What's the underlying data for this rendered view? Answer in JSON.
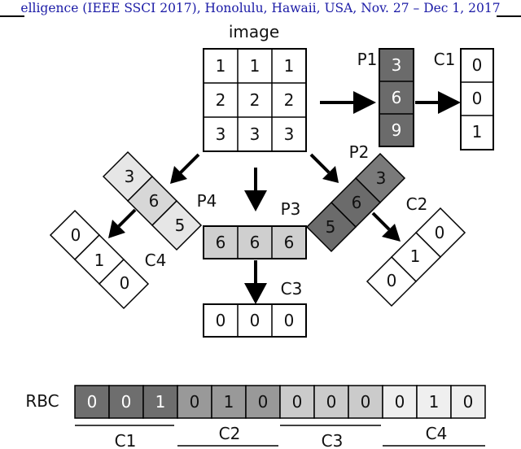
{
  "header_text": "elligence (IEEE SSCI 2017), Honolulu, Hawaii, USA, Nov. 27 – Dec 1, 2017",
  "image_label": "image",
  "image_grid": [
    [
      "1",
      "1",
      "1"
    ],
    [
      "2",
      "2",
      "2"
    ],
    [
      "3",
      "3",
      "3"
    ]
  ],
  "p1": {
    "label": "P1",
    "values": [
      "3",
      "6",
      "9"
    ]
  },
  "c1": {
    "label": "C1",
    "values": [
      "0",
      "0",
      "1"
    ]
  },
  "p2": {
    "label": "P2",
    "values": [
      "3",
      "6",
      "5"
    ]
  },
  "c2": {
    "label": "C2",
    "values": [
      "0",
      "1",
      "0"
    ]
  },
  "p3": {
    "label": "P3",
    "values": [
      "6",
      "6",
      "6"
    ]
  },
  "c3": {
    "label": "C3",
    "values": [
      "0",
      "0",
      "0"
    ]
  },
  "p4": {
    "label": "P4",
    "values": [
      "3",
      "6",
      "5"
    ]
  },
  "c4": {
    "label": "C4",
    "values": [
      "0",
      "1",
      "0"
    ]
  },
  "rbc": {
    "label": "RBC",
    "values": [
      "0",
      "0",
      "1",
      "0",
      "1",
      "0",
      "0",
      "0",
      "0",
      "0",
      "1",
      "0"
    ],
    "group_labels": [
      "C1",
      "C2",
      "C3",
      "C4"
    ]
  },
  "colors": {
    "dark": "#6b6b6b",
    "mid": "#888888",
    "light": "#cfcfcf",
    "lighter": "#e6e6e6",
    "lightest": "#f0f0f0",
    "rbc_c1": "#6e6e6e",
    "rbc_c2": "#999999",
    "rbc_c3": "#cbcbcb",
    "rbc_c4": "#efefef",
    "header_link": "#1a1aa6"
  }
}
